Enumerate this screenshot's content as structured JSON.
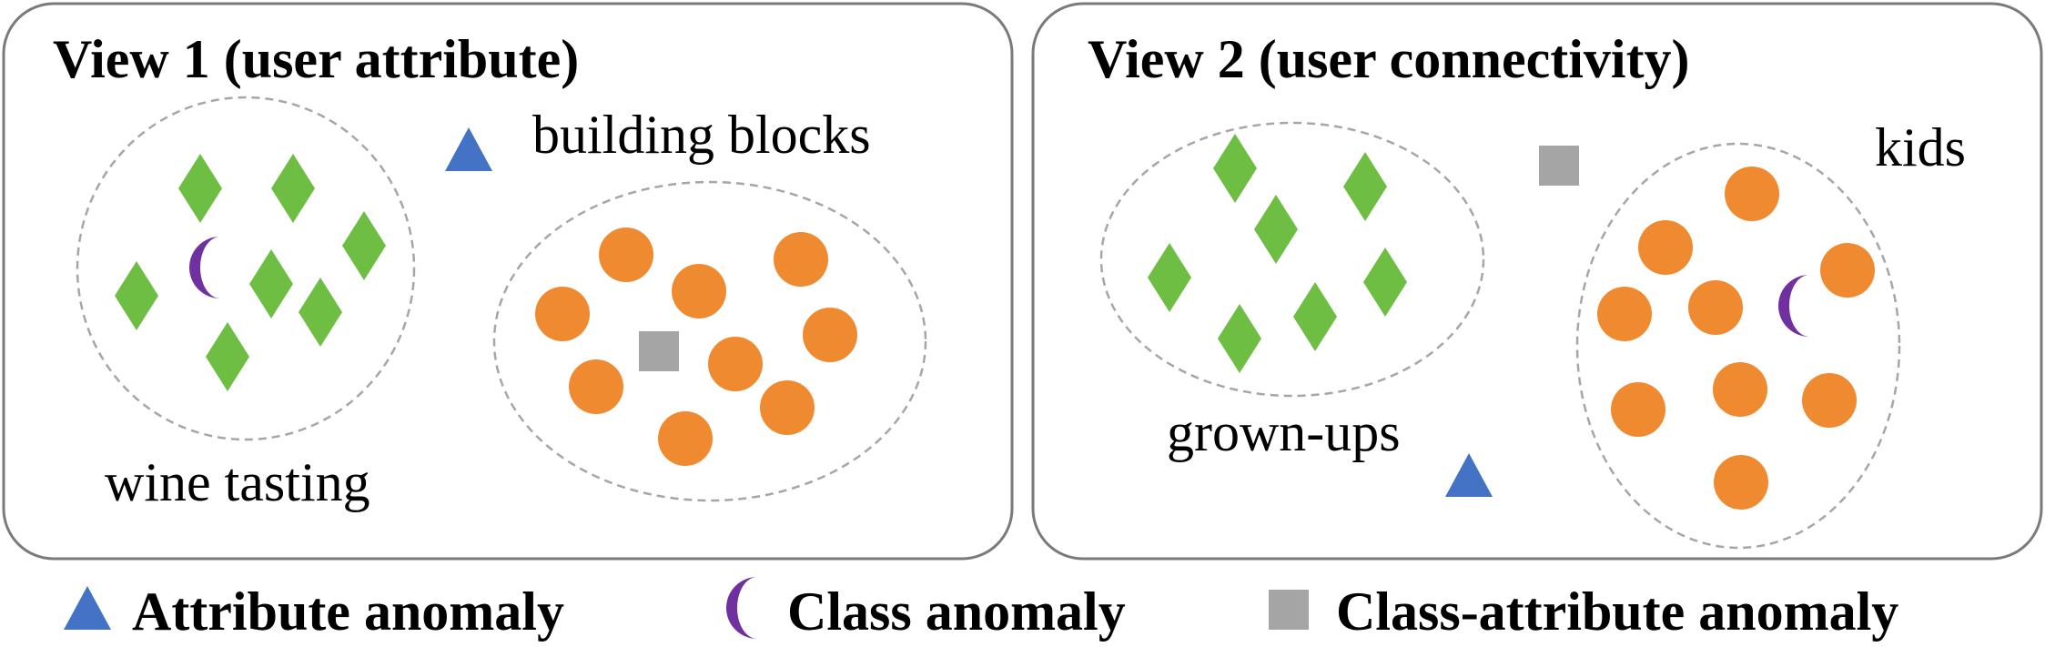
{
  "colors": {
    "attribute_anomaly": "#4472c4",
    "class_anomaly": "#7030a0",
    "class_attribute_anomaly": "#a5a5a5",
    "green_group": "#6fbe44",
    "orange_group": "#f08a30"
  },
  "icons": {
    "attribute_anomaly": "blue-triangle-icon",
    "class_anomaly": "purple-crescent-icon",
    "class_attribute_anomaly": "gray-square-icon",
    "green_node": "green-diamond-icon",
    "orange_node": "orange-circle-icon"
  },
  "view1": {
    "title": "View 1 (user attribute)",
    "label_green": "wine tasting",
    "label_orange": "building blocks"
  },
  "view2": {
    "title": "View 2 (user connectivity)",
    "label_green": "grown-ups",
    "label_orange": "kids"
  },
  "legend": {
    "attribute": "Attribute anomaly",
    "class": "Class anomaly",
    "class_attribute": "Class-attribute anomaly"
  }
}
